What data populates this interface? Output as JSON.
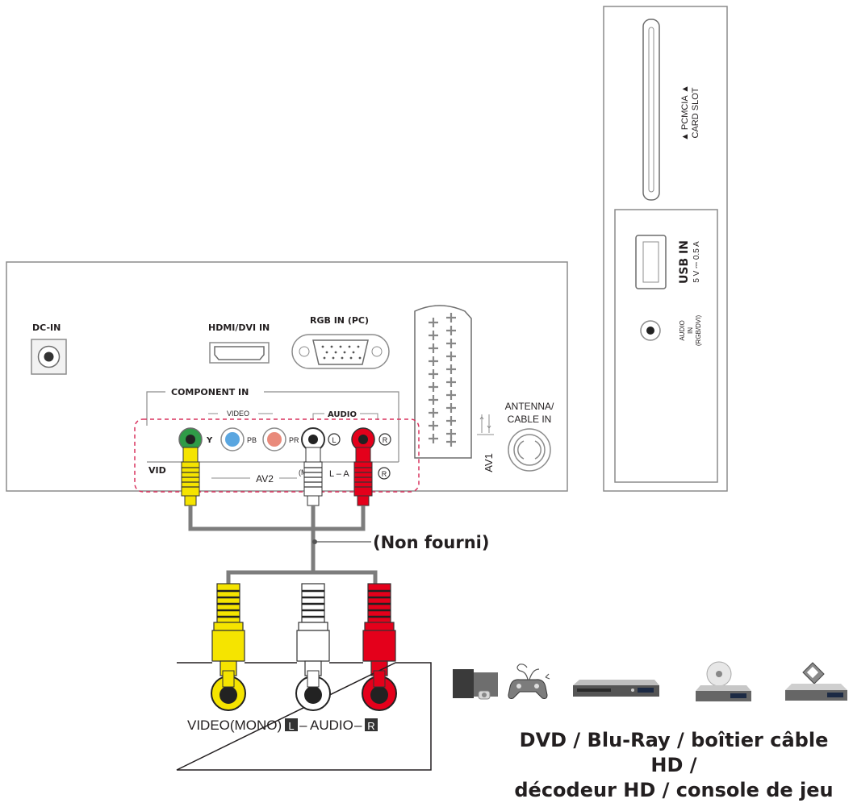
{
  "tv_panel": {
    "dc_in": "DC-IN",
    "hdmi": "HDMI/DVI IN",
    "rgb": "RGB IN (PC)",
    "component_in": "COMPONENT IN",
    "video": "VIDEO",
    "audio": "AUDIO",
    "y": "Y",
    "pb": "PB",
    "pr": "PR",
    "l_mark": "L",
    "r_mark": "R",
    "vid_partial": "VID",
    "av2": "AV2",
    "mono_partial": "(M",
    "audio_partial": "L – A",
    "av1": "AV1",
    "antenna_line1": "ANTENNA/",
    "antenna_line2": "CABLE IN"
  },
  "side_panel": {
    "pcmcia_line1": "▲ PCMCIA ▲",
    "pcmcia_line2": "CARD SLOT",
    "usb_in": "USB IN",
    "usb_spec": "5 V ⎓ 0.5 A",
    "audio_in_line1": "AUDIO",
    "audio_in_line2": "IN",
    "audio_in_line3": "(RGB/DVI)"
  },
  "cable_note": "(Non fourni)",
  "device": {
    "video_mono": "VIDEO(MONO)",
    "l_box": "L",
    "audio": "AUDIO",
    "r_box": "R",
    "separator": "–"
  },
  "caption": {
    "line1": "DVD / Blu-Ray / boîtier câble HD /",
    "line2": "décodeur HD / console de jeu"
  },
  "colors": {
    "video_jack": "#f5e400",
    "audio_left_jack": "#ffffff",
    "audio_right_jack": "#e4001b",
    "component_y": "#2f9b47",
    "component_pb": "#5aa6e0",
    "component_pr": "#e98a7b",
    "cable": "#7d7d7d",
    "dashed_highlight": "#d9345f"
  },
  "icons": [
    "set-top-box-icon",
    "game-console-icon",
    "dvd-player-icon",
    "blu-ray-player-icon",
    "hd-receiver-icon"
  ]
}
